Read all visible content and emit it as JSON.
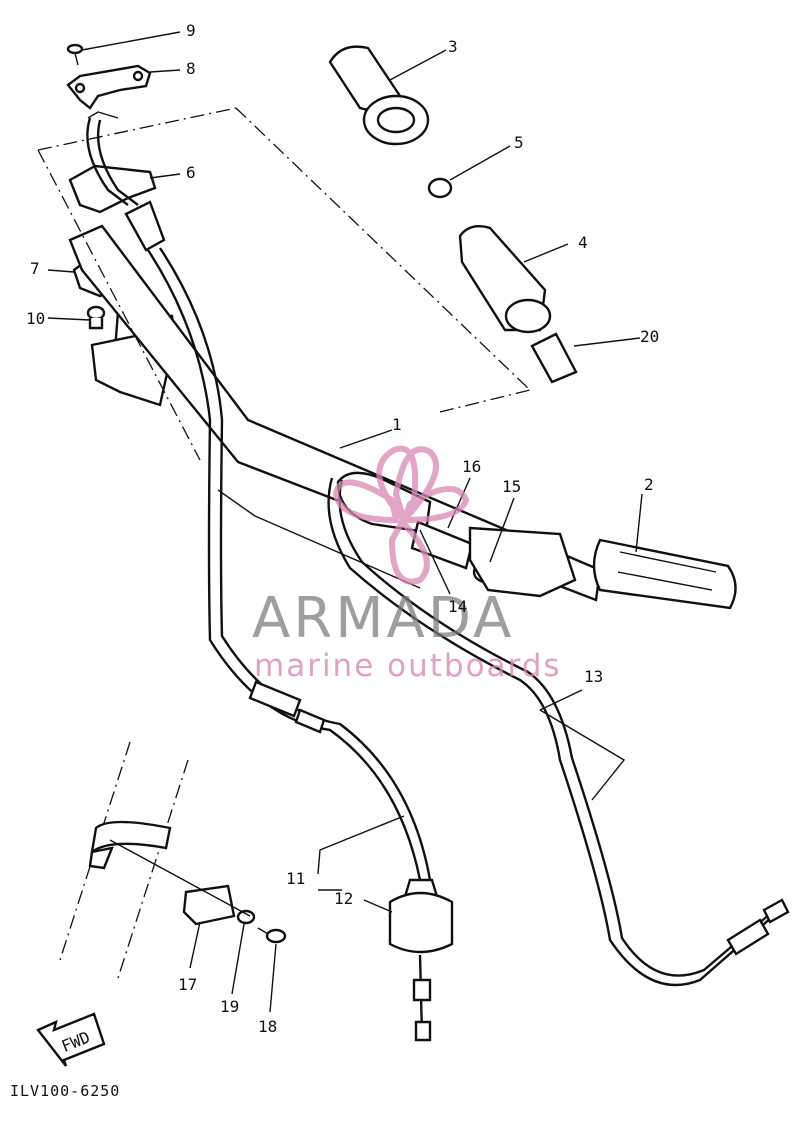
{
  "callouts": [
    "1",
    "2",
    "3",
    "4",
    "5",
    "6",
    "7",
    "8",
    "9",
    "10",
    "11",
    "12",
    "13",
    "14",
    "15",
    "16",
    "17",
    "18",
    "19",
    "20"
  ],
  "drawing_code": "ILV100-6250",
  "direction_label": "FWD",
  "watermark": {
    "brand": "ARMADA",
    "tagline": "marine outboards",
    "logo": "flower-logo"
  },
  "colors": {
    "ink": "#111111",
    "watermark_gray": "#7a7a7a",
    "watermark_pink": "#d987b4"
  }
}
